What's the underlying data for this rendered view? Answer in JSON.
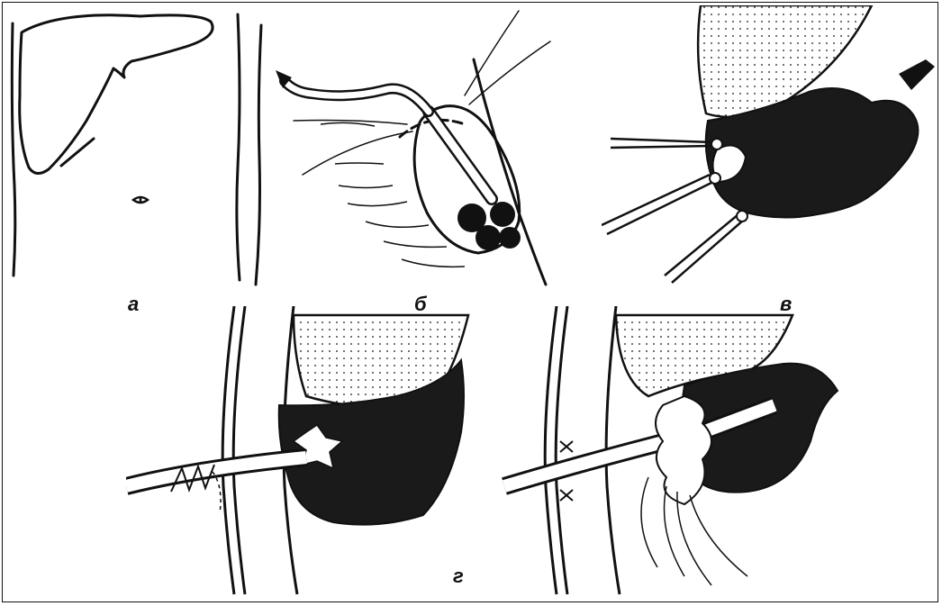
{
  "figure": {
    "panels": [
      {
        "id": "a",
        "label": "а"
      },
      {
        "id": "b",
        "label": "б"
      },
      {
        "id": "c",
        "label": "в"
      },
      {
        "id": "d",
        "label": "г"
      }
    ]
  },
  "colors": {
    "ink": "#111111",
    "background": "#ffffff",
    "dark_fill": "#1a1a1a"
  }
}
